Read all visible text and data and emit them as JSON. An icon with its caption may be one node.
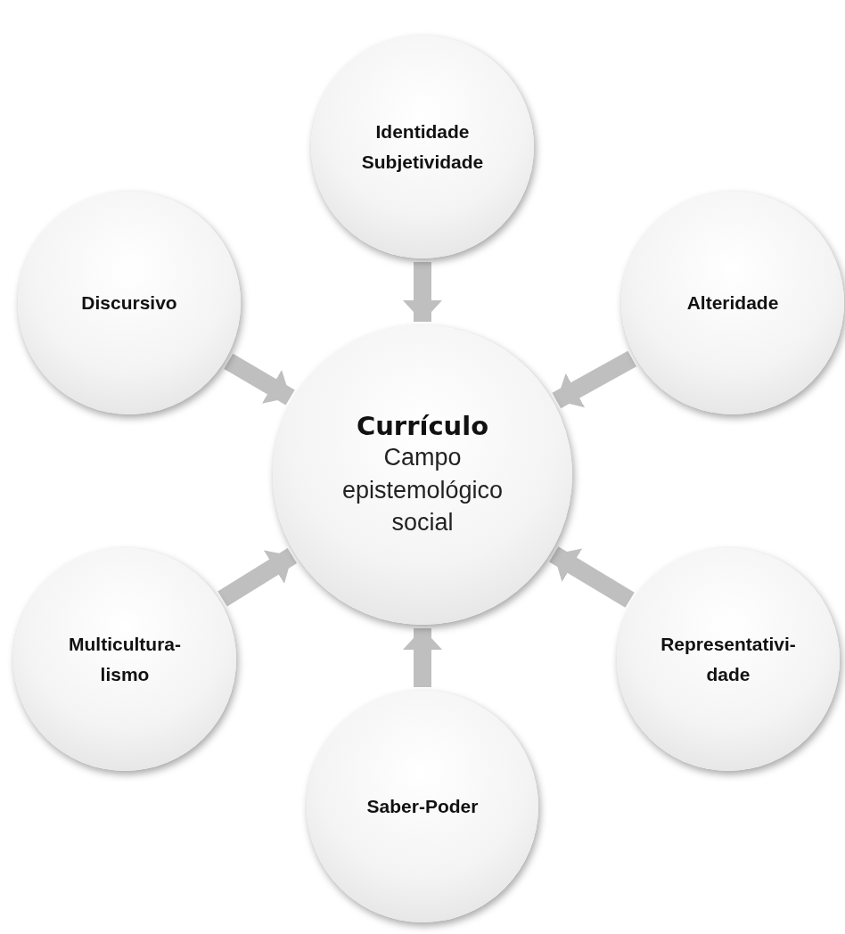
{
  "diagram": {
    "nodes": [
      {
        "text": [
          "Identidade Subjetividade"
        ]
      },
      {
        "text": [
          "Discursivo"
        ]
      },
      {
        "text": [
          "Alteridade"
        ]
      },
      {
        "text": [
          "Currículo",
          "Campo epistemológico social"
        ]
      },
      {
        "text": [
          "Multicultura- lismo"
        ]
      },
      {
        "text": [
          "Representativi- dade"
        ]
      },
      {
        "text": [
          "Saber-Poder"
        ]
      }
    ],
    "edges": [
      {
        "from": 0,
        "to": 3,
        "arrow": "to"
      },
      {
        "from": 1,
        "to": 3,
        "arrow": "to"
      },
      {
        "from": 2,
        "to": 3,
        "arrow": "to"
      },
      {
        "from": 4,
        "to": 3,
        "arrow": "to"
      },
      {
        "from": 5,
        "to": 3,
        "arrow": "to"
      },
      {
        "from": 6,
        "to": 3,
        "arrow": "to"
      }
    ]
  }
}
